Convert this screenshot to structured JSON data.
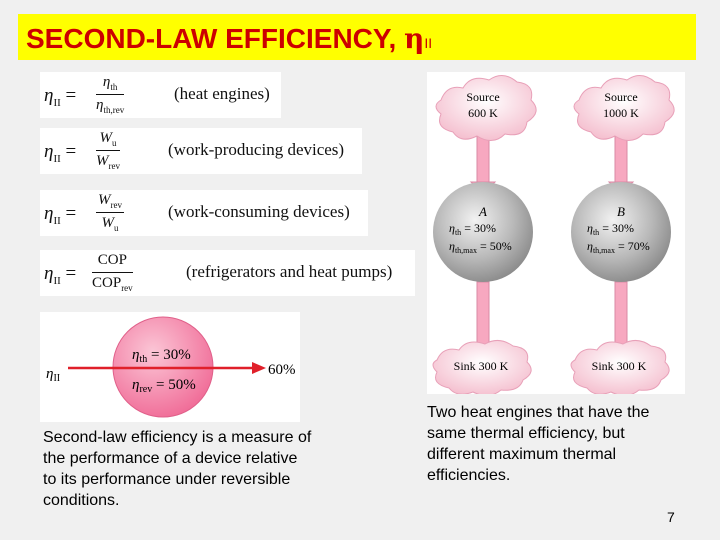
{
  "title": {
    "main": "SECOND-LAW EFFICIENCY,",
    "eta": "η",
    "sub": "II"
  },
  "equations": [
    {
      "lhs_symbol": "η",
      "lhs_sub": "II",
      "num": "η",
      "num_sub": "th",
      "den": "η",
      "den_sub": "th,rev",
      "desc": "(heat engines)"
    },
    {
      "lhs_symbol": "η",
      "lhs_sub": "II",
      "num": "W",
      "num_sub": "u",
      "den": "W",
      "den_sub": "rev",
      "desc": "(work-producing devices)"
    },
    {
      "lhs_symbol": "η",
      "lhs_sub": "II",
      "num": "W",
      "num_sub": "rev",
      "den": "W",
      "den_sub": "u",
      "desc": "(work-consuming devices)"
    },
    {
      "lhs_symbol": "η",
      "lhs_sub": "II",
      "num": "COP",
      "num_sub": "",
      "den": "COP",
      "den_sub": "rev",
      "desc": "(refrigerators and heat pumps)"
    }
  ],
  "vessel_diagram": {
    "label": "η",
    "label_sub": "II",
    "line1": "η",
    "line1_sub": "th",
    "line1_val": " = 30%",
    "line2": "η",
    "line2_sub": "rev",
    "line2_val": " = 50%",
    "result": "60%",
    "fill_fraction": 0.6,
    "colors": {
      "vessel": "#f06a96",
      "arrow": "#e0202a"
    }
  },
  "left_caption": "Second-law efficiency is a measure of the performance of a device relative to its performance under reversible conditions.",
  "engines": {
    "left": {
      "source_line1": "Source",
      "source_line2": "600 K",
      "name": "A",
      "eff1_sym": "η",
      "eff1_sub": "th",
      "eff1_val": " = 30%",
      "eff2_sym": "η",
      "eff2_sub": "th,max",
      "eff2_val": " = 50%",
      "sink": "Sink 300 K"
    },
    "right": {
      "source_line1": "Source",
      "source_line2": "1000 K",
      "name": "B",
      "eff1_sym": "η",
      "eff1_sub": "th",
      "eff1_val": " = 30%",
      "eff2_sym": "η",
      "eff2_sub": "th,max",
      "eff2_val": " = 70%",
      "sink": "Sink 300 K"
    },
    "colors": {
      "arrow": "#f7a8c0",
      "sphere": "#9a9a9a"
    }
  },
  "right_caption": "Two heat engines that have the same thermal efficiency, but different maximum thermal efficiencies.",
  "page_number": "7",
  "colors": {
    "title_bg": "#ffff00",
    "title_text": "#cc0000",
    "slide_bg": "#f0f0f0"
  }
}
